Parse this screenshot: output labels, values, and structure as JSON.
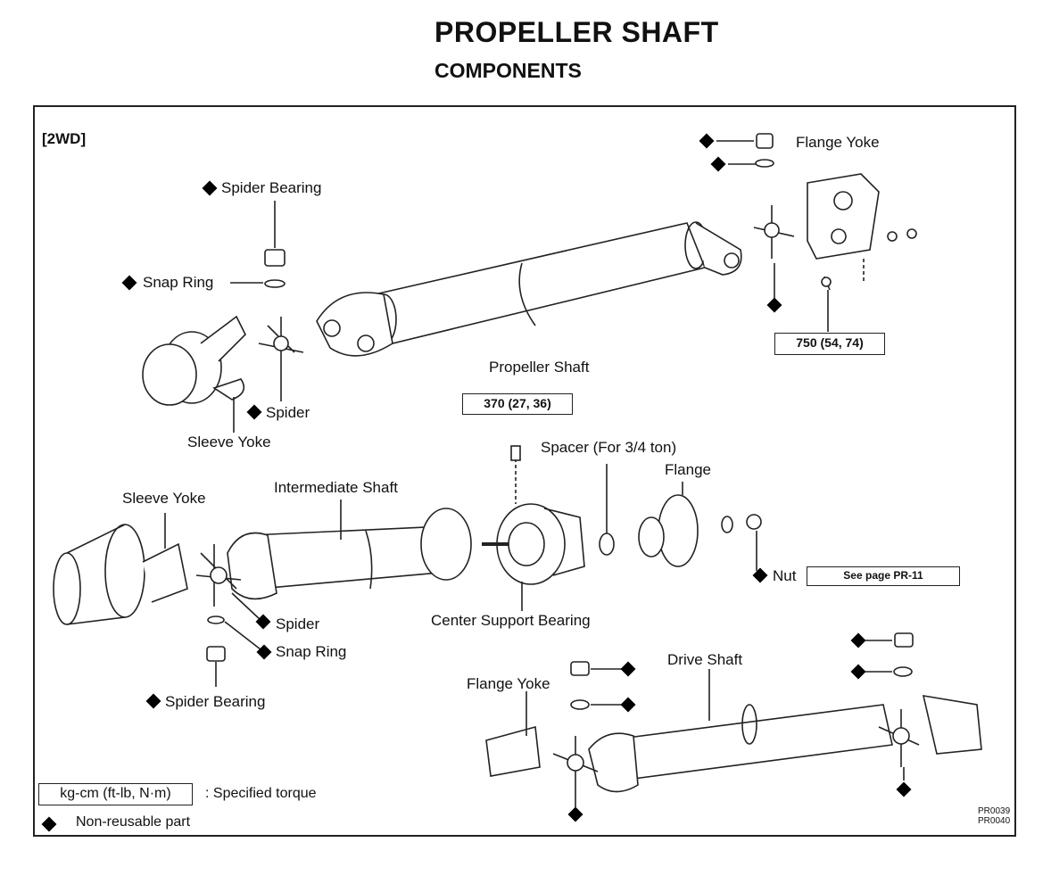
{
  "title": "PROPELLER SHAFT",
  "subtitle": "COMPONENTS",
  "variant": "[2WD]",
  "labels": {
    "flange_yoke_top": "Flange Yoke",
    "spider_bearing_top": "Spider Bearing",
    "snap_ring_top": "Snap Ring",
    "propeller_shaft": "Propeller Shaft",
    "spider_top": "Spider",
    "sleeve_yoke_top": "Sleeve Yoke",
    "spacer": "Spacer (For 3/4 ton)",
    "flange": "Flange",
    "sleeve_yoke_mid": "Sleeve Yoke",
    "intermediate_shaft": "Intermediate Shaft",
    "nut": "Nut",
    "spider_mid": "Spider",
    "center_support_bearing": "Center Support Bearing",
    "snap_ring_mid": "Snap Ring",
    "drive_shaft": "Drive Shaft",
    "flange_yoke_bottom": "Flange Yoke",
    "spider_bearing_bottom": "Spider Bearing"
  },
  "torques": {
    "flange_yoke_bolt": "750 (54, 74)",
    "center_bearing_bolt": "370 (27, 36)"
  },
  "nut_reference": "See page PR-11",
  "legend": {
    "torque_unit": "kg-cm (ft-lb, N·m)",
    "torque_desc": ":  Specified torque",
    "nonreusable_desc": "Non-reusable part"
  },
  "figure_codes": [
    "PR0039",
    "PR0040"
  ]
}
